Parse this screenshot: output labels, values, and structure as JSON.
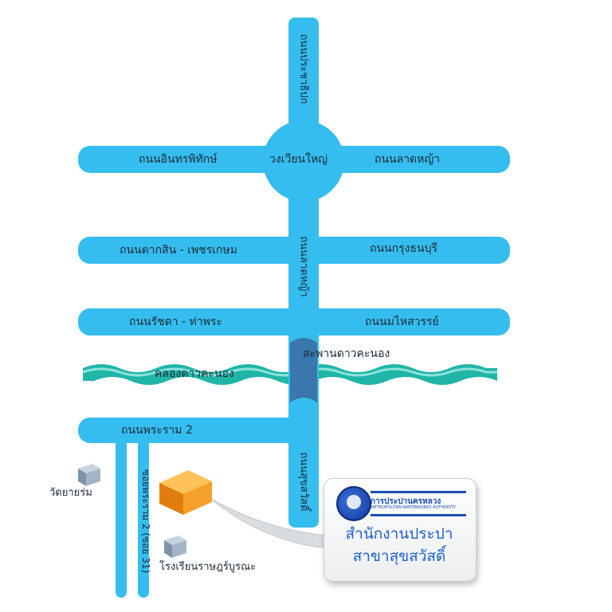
{
  "roads": {
    "north_vertical": "ถนนประชาธิปก",
    "middle_vertical": "ถนนลาดหญ้า",
    "south_vertical": "ถนนสุขสวัสดิ์",
    "inthara": "ถนนอินทรพิทักษ์",
    "latya": "ถนนลาดหญ้า",
    "taksin": "ถนนตากสิน - เพชรเกษม",
    "krungthonburi": "ถนนกรุงธนบุรี",
    "ratchada": "ถนนรัชดา - ท่าพระ",
    "mahaisawan": "ถนนมไหสวรรย์",
    "rama2": "ถนนพระราม 2",
    "soi": "ซอยพระราม 2 (ซอย 31)"
  },
  "landmarks": {
    "roundabout": "วงเวียนใหญ่",
    "bridge": "สะพานดาวคะนอง",
    "canal": "คลองดาวคะนอง",
    "temple": "วัดยายร่ม",
    "school": "โรงเรียนราษฎร์บูรณะ"
  },
  "callout": {
    "logo_name": "การประปานครหลวง",
    "logo_sub": "METROPOLITAN WATERWORKS AUTHORITY",
    "line1": "สำนักงานประปา",
    "line2": "สาขาสุขสวัสดิ์"
  },
  "colors": {
    "road": "#35bdef",
    "canal": "#1fb6a8",
    "office": "#f39a1e",
    "text_blue": "#1d5fcf"
  }
}
